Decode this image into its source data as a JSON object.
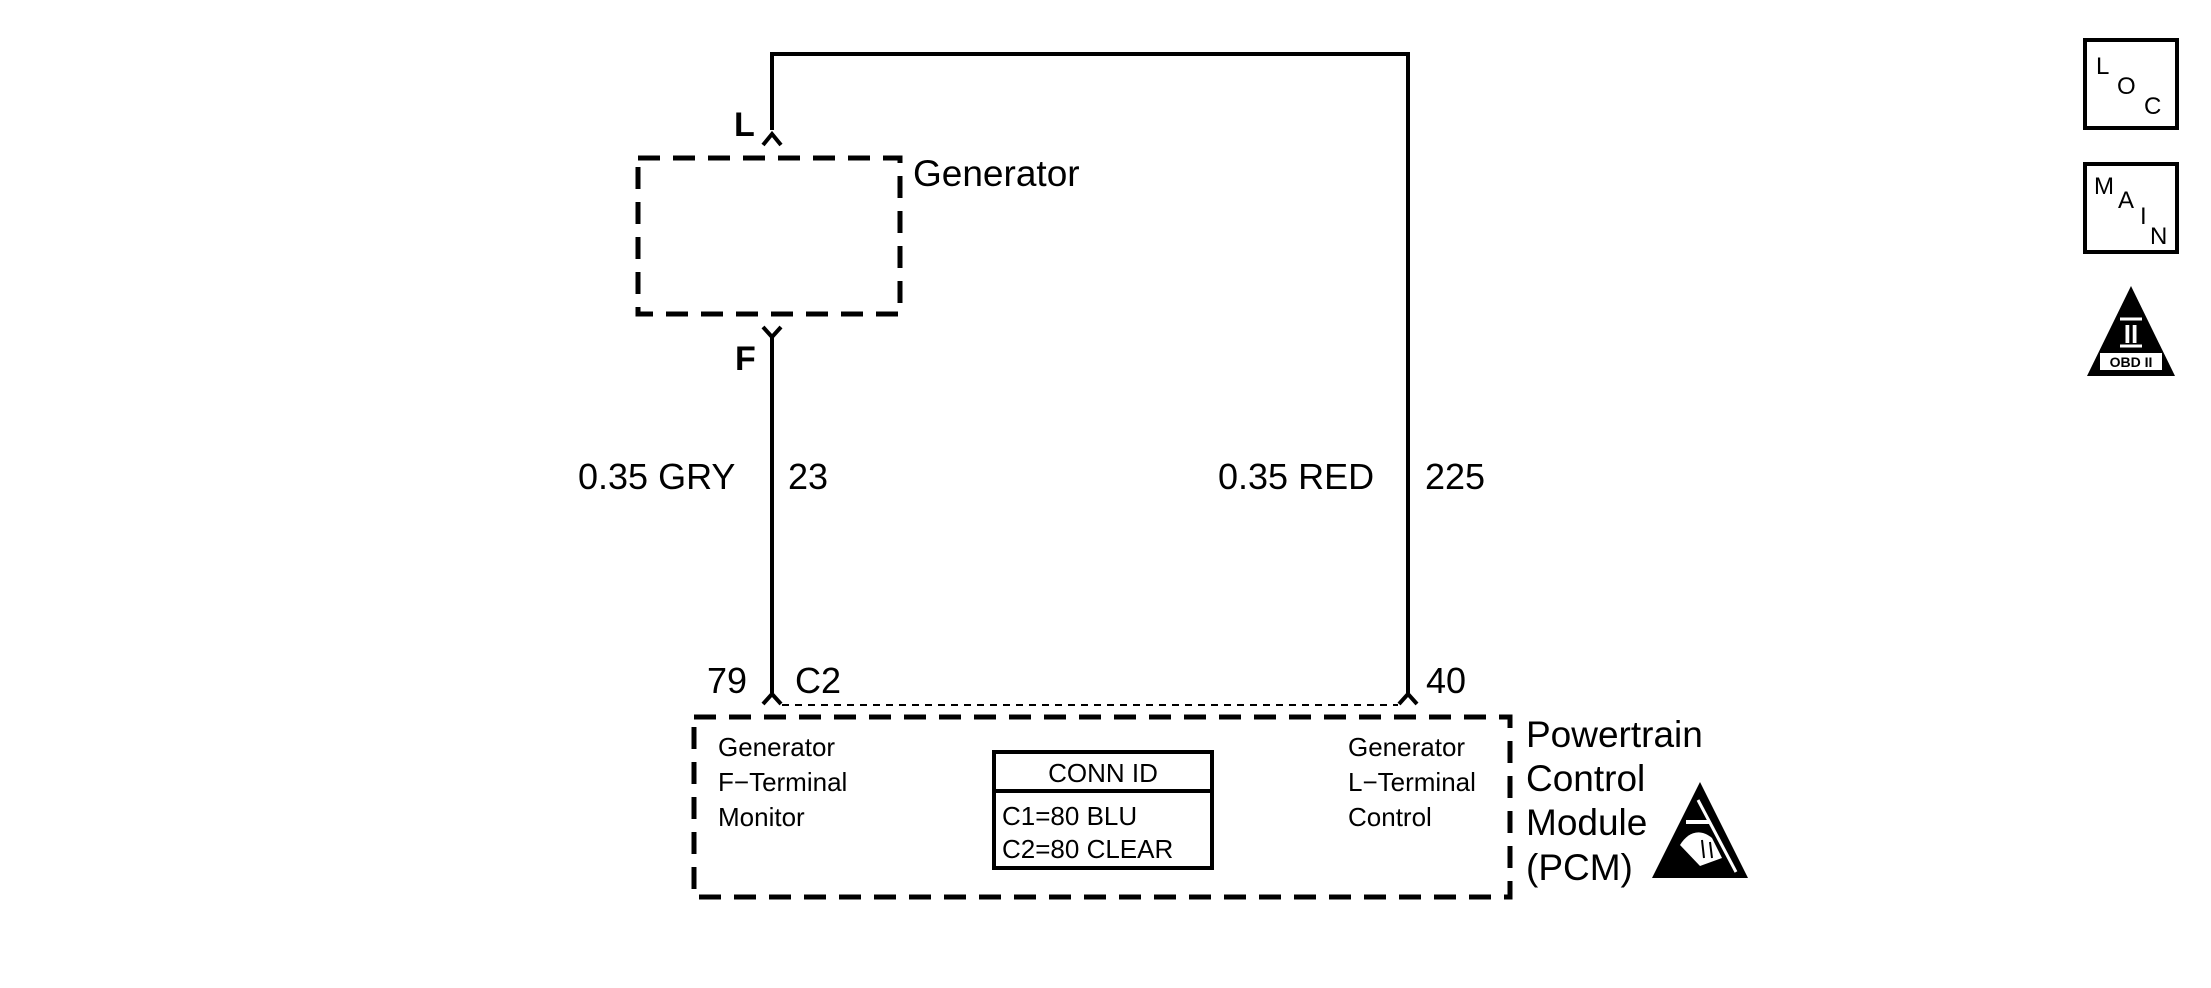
{
  "generator": {
    "label": "Generator",
    "pin_l": "L",
    "pin_f": "F"
  },
  "wires": [
    {
      "gauge_color": "0.35 GRY",
      "circuit": "23"
    },
    {
      "gauge_color": "0.35 RED",
      "circuit": "225"
    }
  ],
  "pcm": {
    "pin_left": "79",
    "connector": "C2",
    "pin_right": "40",
    "title_lines": [
      "Powertrain",
      "Control",
      "Module",
      "(PCM)"
    ],
    "left_function": [
      "Generator",
      "F−Terminal",
      "Monitor"
    ],
    "right_function": [
      "Generator",
      "L−Terminal",
      "Control"
    ],
    "conn_id": {
      "header": "CONN ID",
      "rows": [
        "C1=80 BLU",
        "C2=80 CLEAR"
      ]
    }
  },
  "icons": [
    {
      "name": "loc-icon",
      "letters": [
        "L",
        "O",
        "C"
      ]
    },
    {
      "name": "main-icon",
      "letters": [
        "M",
        "A",
        "I",
        "N"
      ]
    },
    {
      "name": "obd-ii-icon",
      "roman": "II",
      "caption": "OBD II"
    }
  ],
  "esd_icon": "esd-warning-icon"
}
